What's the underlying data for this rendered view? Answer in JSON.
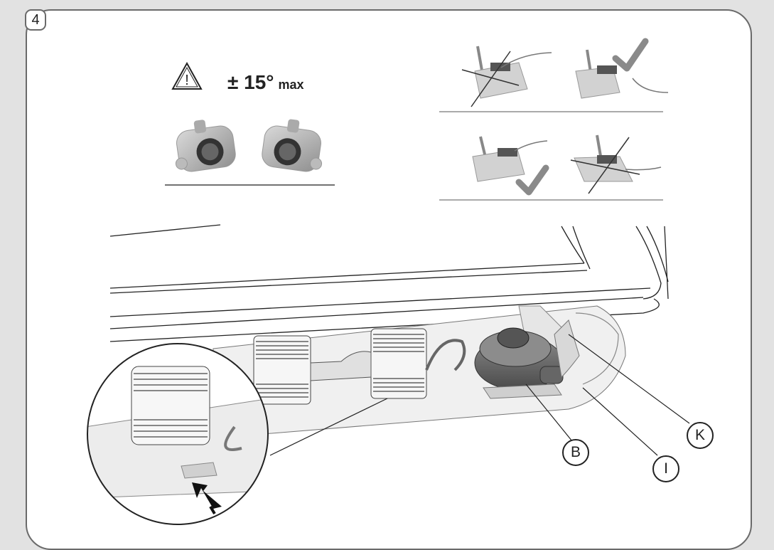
{
  "step": {
    "number": "4"
  },
  "warning": {
    "icon": "warning-triangle-icon",
    "tilt_value": "± 15°",
    "tilt_unit": "max"
  },
  "callouts": {
    "b": "B",
    "i": "I",
    "k": "K"
  },
  "colors": {
    "line": "#222222",
    "frame": "#6a6a6a",
    "pump": "#6d6d6d",
    "check": "#8a8a8a"
  }
}
